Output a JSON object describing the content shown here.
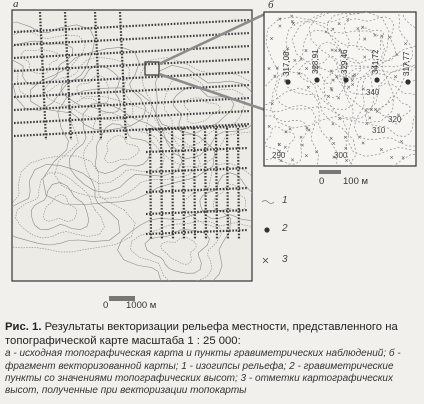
{
  "figure": {
    "panel_a_label": "а",
    "panel_b_label": "б",
    "detail_labels": [
      "317,08",
      "328,91",
      "329,46",
      "341,72",
      "317,77"
    ],
    "contour_labels": [
      "340",
      "320",
      "310",
      "290",
      "300"
    ],
    "scale_b": {
      "zero": "0",
      "value": "100 м"
    },
    "scale_a": {
      "zero": "0",
      "value": "1000 м"
    },
    "legend": [
      {
        "symbol": "contour",
        "label": "1"
      },
      {
        "symbol": "dot",
        "label": "2"
      },
      {
        "symbol": "cross",
        "label": "3"
      }
    ]
  },
  "caption": {
    "title": "Рис. 1.",
    "text": " Результаты векторизации рельефа местности, представленного на топографической карте масштаба 1 : 25 000:",
    "sub": "а - исходная топографическая карта и пункты гравиметрических наблюдений; б - фрагмент векторизованной карты; 1 - изогипсы рельефа; 2 - гравиметрические пункты со значениями топографических высот; 3 - отметки картографических высот, полученные при векторизации топокарты"
  },
  "colors": {
    "paper": "#f1f0ec",
    "ink": "#2a2a2a",
    "contour": "#8a8a8a",
    "arrow": "#8c8c8c"
  }
}
